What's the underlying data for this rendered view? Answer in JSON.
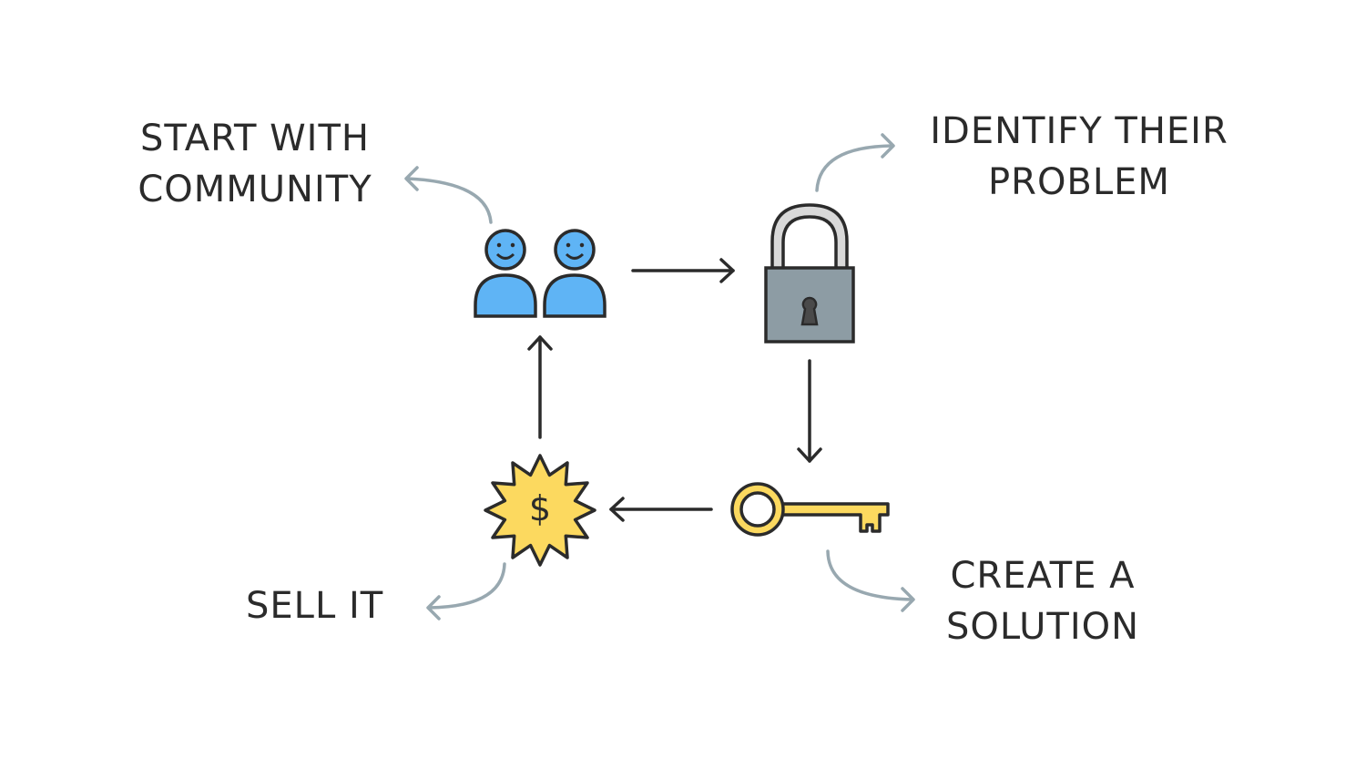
{
  "diagram": {
    "type": "cycle",
    "colors": {
      "stroke": "#2b2b2b",
      "people": "#5fb4f5",
      "lock_body": "#8d9ca4",
      "lock_shackle": "#d9d9d9",
      "keyhole": "#4a4a4a",
      "gold": "#fcd95f",
      "pointer_arrow": "#98a8b0",
      "text": "#2b2b2b"
    },
    "nodes": [
      {
        "id": "community",
        "icon": "people-icon",
        "label_lines": [
          "START WITH",
          "COMMUNITY"
        ]
      },
      {
        "id": "problem",
        "icon": "padlock-icon",
        "label_lines": [
          "IDENTIFY THEIR",
          "PROBLEM"
        ]
      },
      {
        "id": "solution",
        "icon": "key-icon",
        "label_lines": [
          "CREATE A",
          "SOLUTION"
        ]
      },
      {
        "id": "sell",
        "icon": "dollar-badge-icon",
        "badge_symbol": "$",
        "label_lines": [
          "SELL IT"
        ]
      }
    ],
    "edges": [
      {
        "from": "community",
        "to": "problem",
        "direction": "right"
      },
      {
        "from": "problem",
        "to": "solution",
        "direction": "down"
      },
      {
        "from": "solution",
        "to": "sell",
        "direction": "left"
      },
      {
        "from": "sell",
        "to": "community",
        "direction": "up"
      }
    ]
  }
}
